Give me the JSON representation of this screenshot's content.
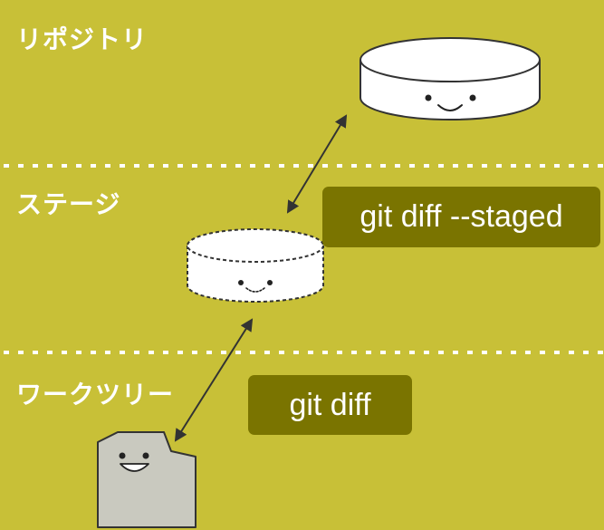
{
  "zones": {
    "repository": "リポジトリ",
    "stage": "ステージ",
    "worktree": "ワークツリー"
  },
  "commands": {
    "staged": "git diff --staged",
    "worktree": "git diff"
  },
  "colors": {
    "background": "#c8c037",
    "command_box": "#7a7400",
    "divider": "#ffffff",
    "file": "#c9c9bf"
  },
  "icons": {
    "repository": "database-cylinder-icon",
    "stage": "dashed-cylinder-icon",
    "worktree": "document-file-icon"
  }
}
